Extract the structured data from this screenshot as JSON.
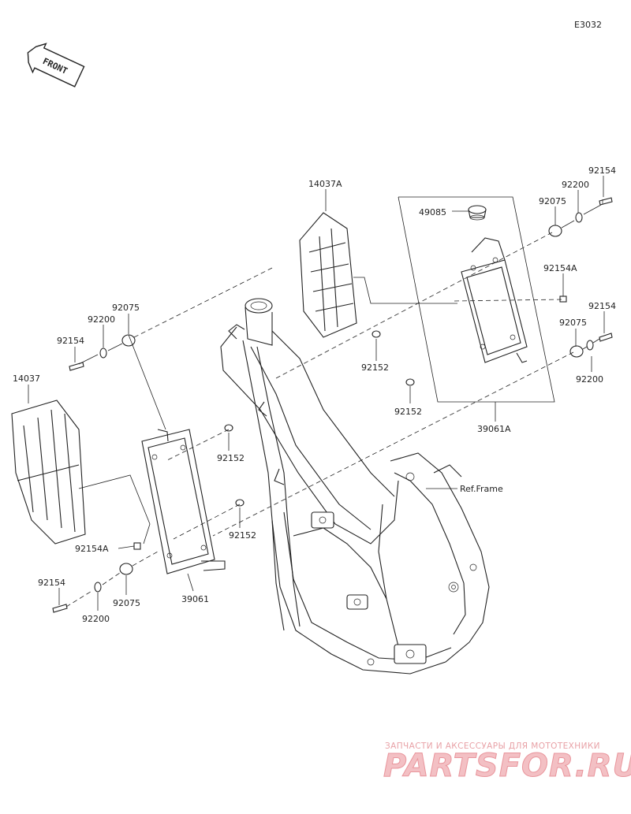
{
  "diagram_code": "E3032",
  "front_label": "FRONT",
  "callouts": [
    {
      "id": "c14037a",
      "text": "14037A"
    },
    {
      "id": "c49085",
      "text": "49085"
    },
    {
      "id": "c92075_r",
      "text": "92075"
    },
    {
      "id": "c92200_r",
      "text": "92200"
    },
    {
      "id": "c92154_r",
      "text": "92154"
    },
    {
      "id": "c92154a_r",
      "text": "92154A"
    },
    {
      "id": "c92154_r2",
      "text": "92154"
    },
    {
      "id": "c92075_r2",
      "text": "92075"
    },
    {
      "id": "c92200_r2",
      "text": "92200"
    },
    {
      "id": "c92152_c1",
      "text": "92152"
    },
    {
      "id": "c92152_c2",
      "text": "92152"
    },
    {
      "id": "c39061a",
      "text": "39061A"
    },
    {
      "id": "c92075_l",
      "text": "92075"
    },
    {
      "id": "c92200_l",
      "text": "92200"
    },
    {
      "id": "c92154_l",
      "text": "92154"
    },
    {
      "id": "c14037",
      "text": "14037"
    },
    {
      "id": "c92152_l1",
      "text": "92152"
    },
    {
      "id": "c92152_l2",
      "text": "92152"
    },
    {
      "id": "c92154a_l",
      "text": "92154A"
    },
    {
      "id": "c39061",
      "text": "39061"
    },
    {
      "id": "c92154_l2",
      "text": "92154"
    },
    {
      "id": "c92075_l2",
      "text": "92075"
    },
    {
      "id": "c92200_l2",
      "text": "92200"
    },
    {
      "id": "cref",
      "text": "Ref.Frame"
    }
  ],
  "watermark": {
    "line1": "ЗАПЧАСТИ И АКСЕССУАРЫ ДЛЯ МОТОТЕХНИКИ",
    "line2": "PARTSFOR.RU"
  }
}
